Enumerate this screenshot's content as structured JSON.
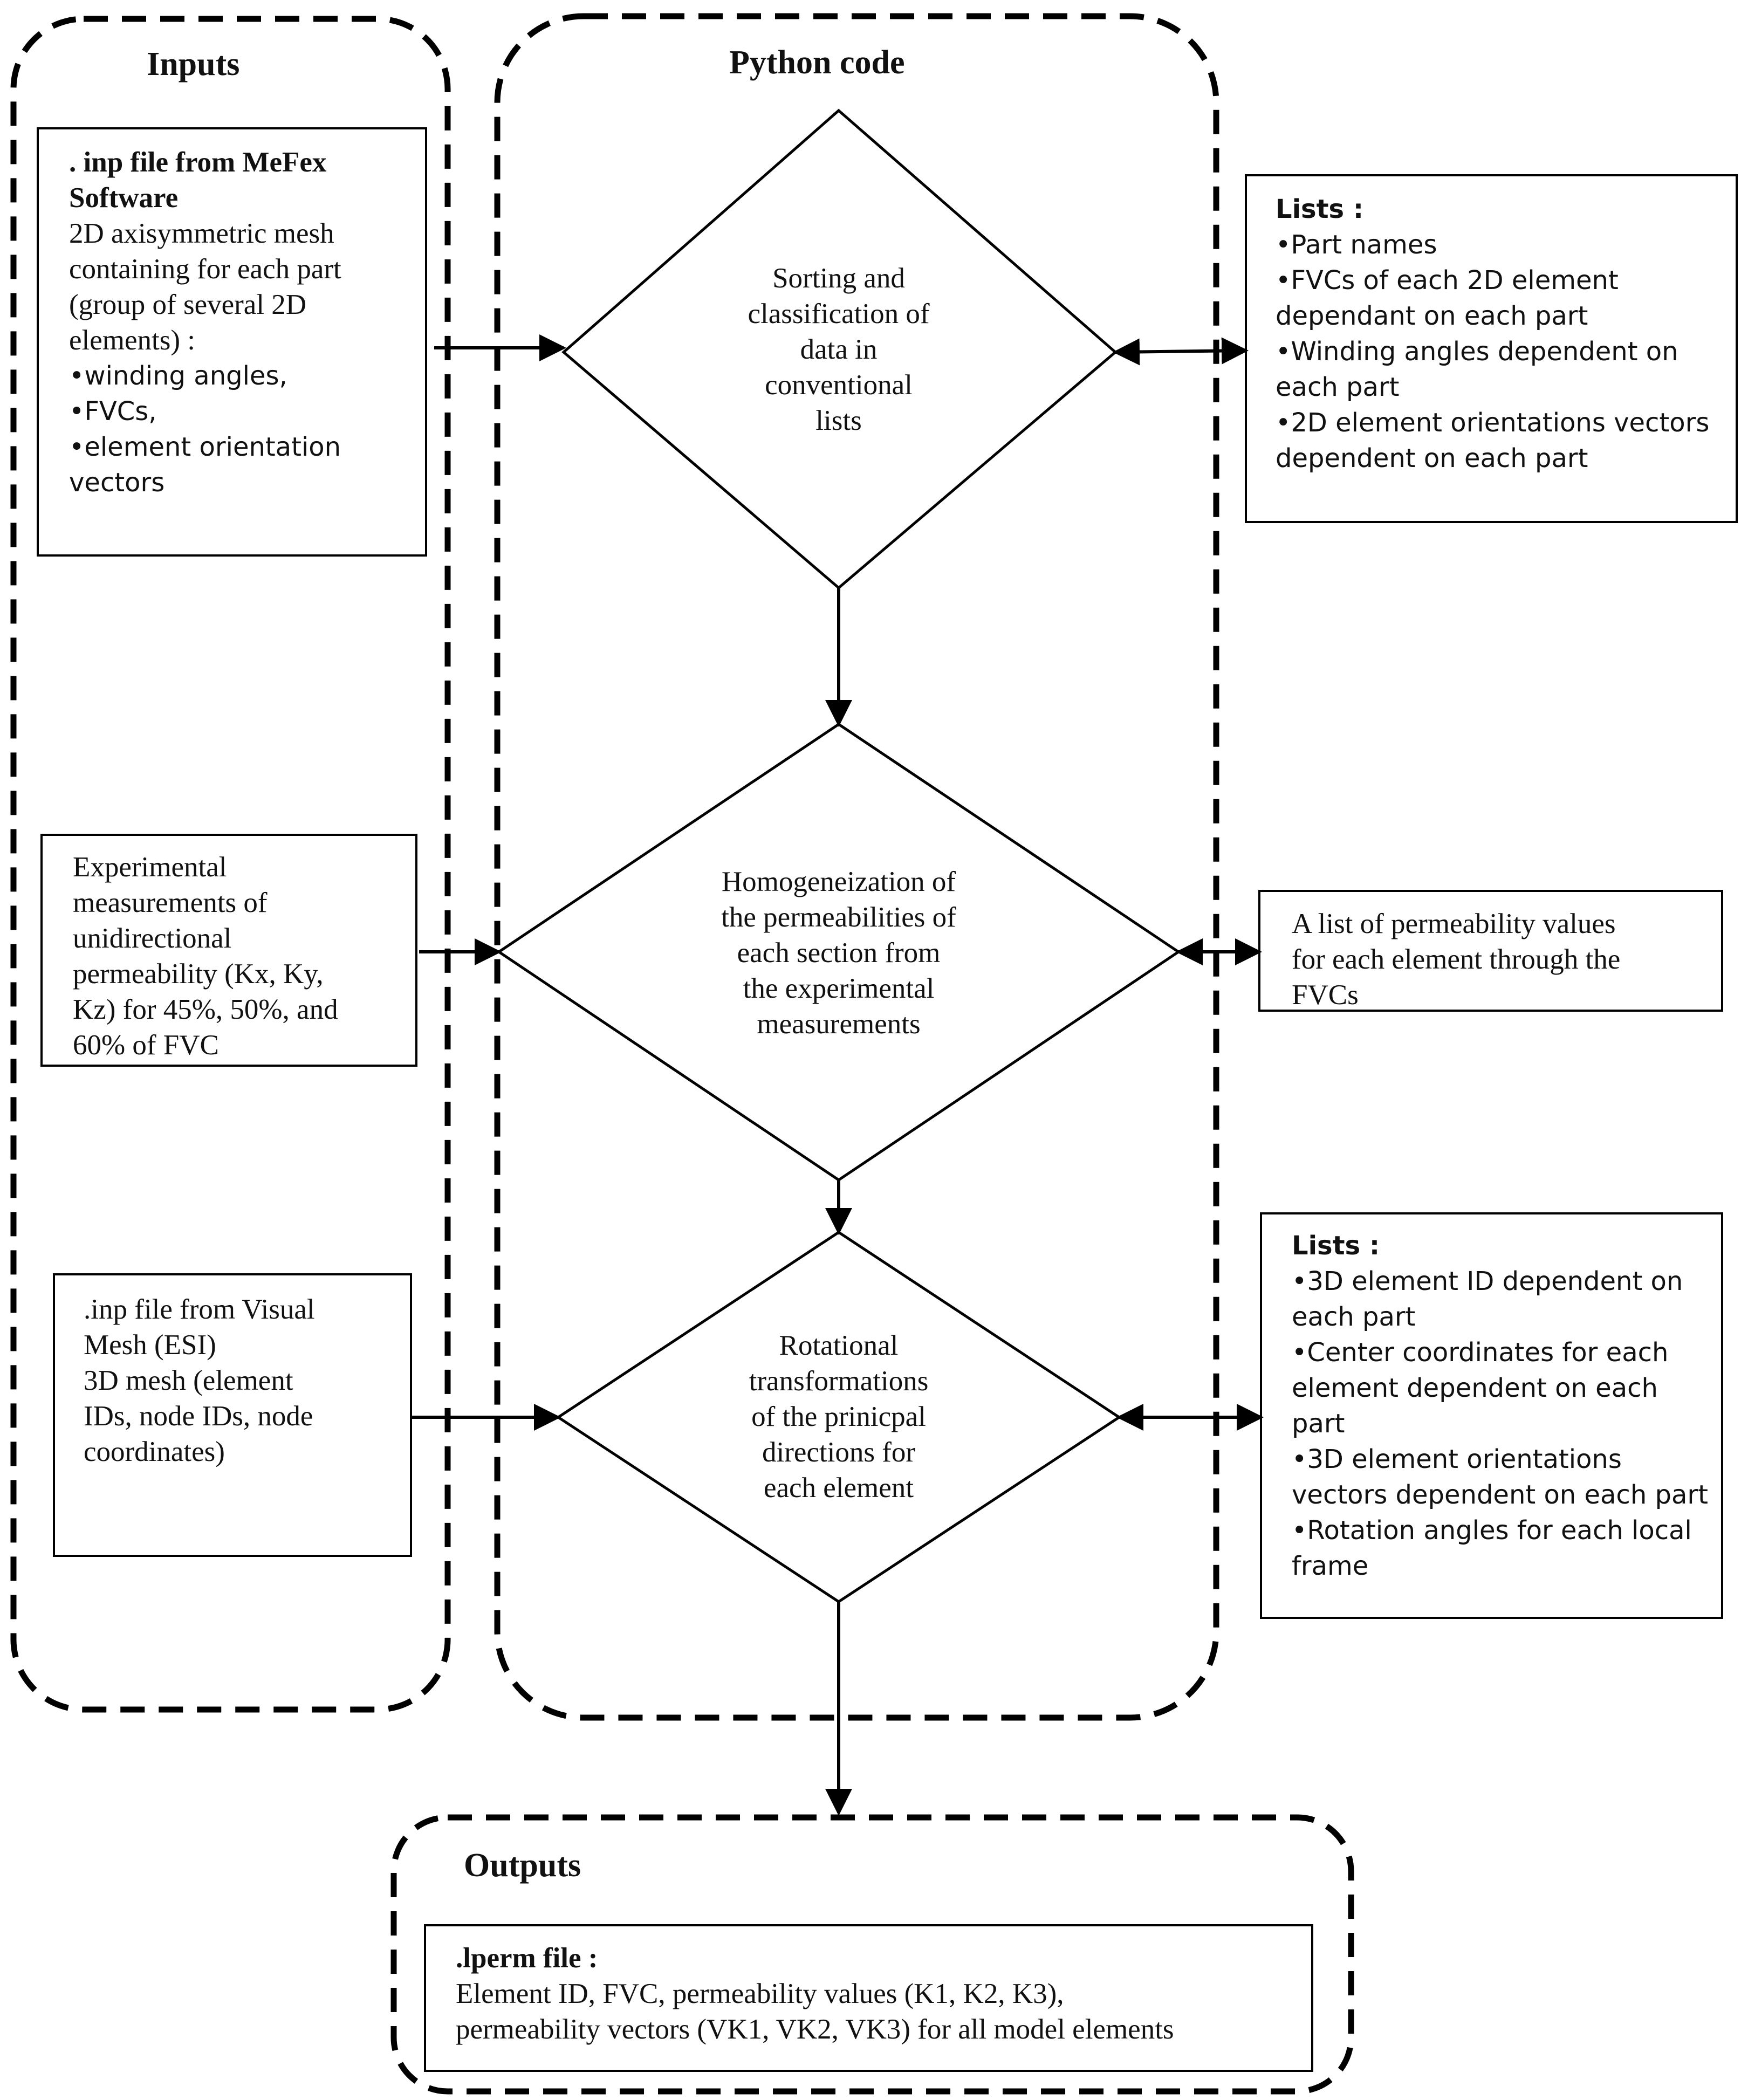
{
  "groups": {
    "inputs_title": "Inputs",
    "python_title": "Python code",
    "outputs_title": "Outputs"
  },
  "inputs": {
    "mefex": {
      "heading_lines": [
        ". inp file from MeFex",
        "Software"
      ],
      "body_lines": [
        "2D axisymmetric mesh",
        "containing for each part",
        "(group of several 2D",
        "elements) :"
      ],
      "items": [
        "winding angles,",
        "FVCs,",
        "element orientation",
        "vectors"
      ]
    },
    "experimental": {
      "lines": [
        "Experimental",
        "measurements of",
        "unidirectional",
        "permeability (Kx, Ky,",
        "Kz) for 45%, 50%, and",
        "60% of FVC"
      ]
    },
    "visual_mesh": {
      "lines": [
        ".inp file from Visual",
        "Mesh (ESI)",
        "3D mesh (element",
        "IDs, node IDs, node",
        "coordinates)"
      ]
    }
  },
  "process": {
    "sorting": [
      "Sorting and",
      "classification of",
      "data in",
      "conventional",
      "lists"
    ],
    "homogenization": [
      "Homogeneization of",
      "the permeabilities of",
      "each section from",
      "the experimental",
      "measurements"
    ],
    "rotation": [
      "Rotational",
      "transformations",
      "of the prinicpal",
      "directions for",
      "each element"
    ]
  },
  "lists": {
    "first": {
      "heading": "Lists :",
      "lines": [
        "•Part names",
        "•FVCs of each 2D element",
        "dependant on each part",
        "•Winding angles dependent on",
        "each part",
        "•2D element orientations vectors",
        "dependent on each part"
      ]
    },
    "permeability": {
      "lines": [
        "A list of permeability values",
        "for each element through the",
        "FVCs"
      ]
    },
    "second": {
      "heading": "Lists :",
      "lines": [
        "•3D element ID dependent on",
        "each part",
        "•Center coordinates for each",
        "element dependent on each",
        "part",
        "•3D element orientations",
        "vectors dependent on each part",
        "•Rotation angles for each local",
        "frame"
      ]
    }
  },
  "outputs": {
    "heading": ".lperm file :",
    "lines": [
      "Element ID, FVC, permeability values (K1, K2, K3),",
      "permeability vectors (VK1, VK2, VK3) for all model elements"
    ]
  },
  "colors": {
    "stroke": "#000000",
    "background": "#ffffff",
    "text": "#111111"
  }
}
